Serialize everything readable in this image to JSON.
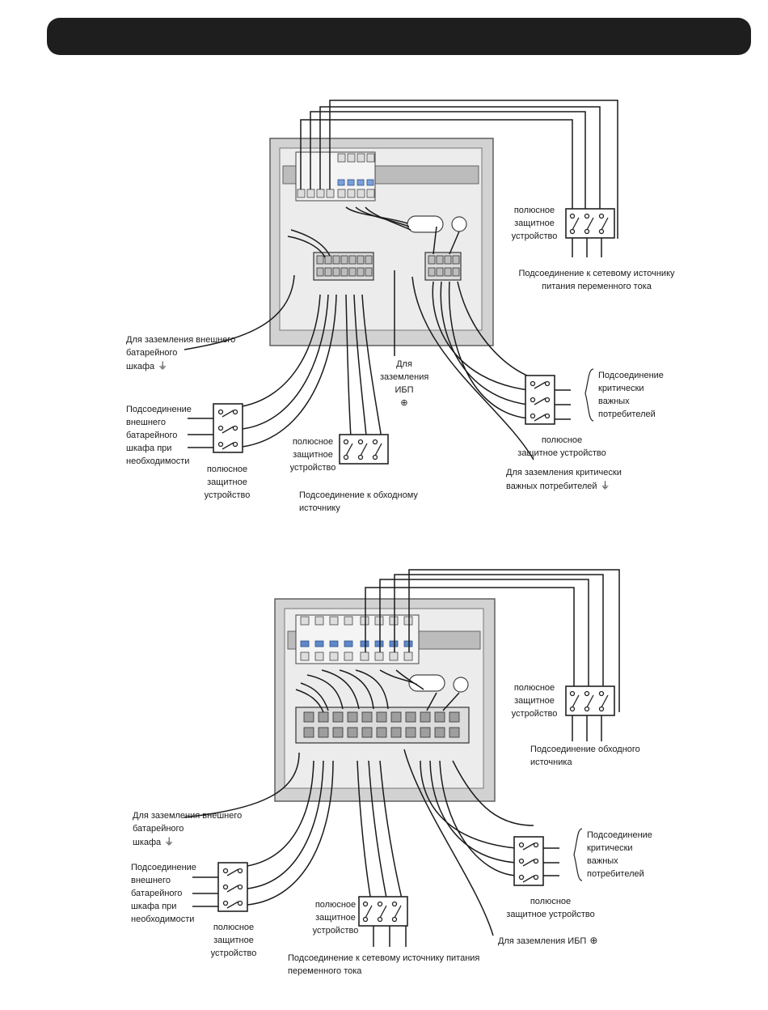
{
  "diagram_top": {
    "labels": {
      "breaker_ac_in": "полюсное\nзащитное\nустройство",
      "ac_source": "Подсоединение к сетевому источнику\nпитания переменного тока",
      "battery_ground": "Для заземления внешнего\nбатарейного\nшкафа",
      "ups_ground": "Для\nзаземления\nИБП",
      "critical_loads": "Подсоединение\nкритически\nважных\nпотребителей",
      "breaker_critical": "полюсное\nзащитное устройство",
      "battery_connect": "Подсоединение\nвнешнего\nбатарейного\nшкафа  при\nнеобходимости",
      "breaker_battery": "полюсное\nзащитное\nустройство",
      "breaker_bypass": "полюсное\nзащитное\nустройство",
      "bypass_source": "Подсоединение к обходному источнику",
      "critical_ground": "Для заземления критически\nважных потребителей"
    }
  },
  "diagram_bottom": {
    "labels": {
      "breaker_bypass": "полюсное\nзащитное\nустройство",
      "bypass_source": "Подсоединение обходного источника",
      "battery_ground": "Для заземления внешнего\nбатарейного\nшкафа",
      "critical_loads": "Подсоединение\nкритически\nважных\nпотребителей",
      "battery_connect": "Подсоединение\nвнешнего\nбатарейного\nшкафа  при\nнеобходимости",
      "breaker_battery": "полюсное\nзащитное\nустройство",
      "breaker_ac_in": "полюсное\nзащитное\nустройство",
      "breaker_critical": "полюсное\nзащитное устройство",
      "ups_ground": "Для заземления ИБП",
      "ac_source": "Подсоединение к сетевому источнику питания переменного тока"
    }
  },
  "icons": {
    "ground": "⏚",
    "protective_ground": "⊕"
  }
}
